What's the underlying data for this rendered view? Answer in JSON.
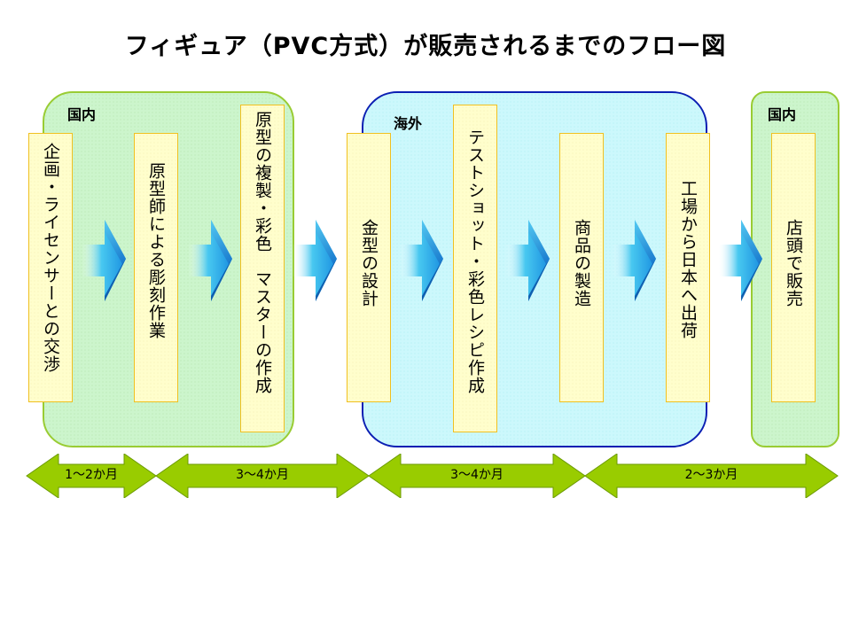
{
  "title": "フィギュア（PVC方式）が販売されるまでのフロー図",
  "regions": {
    "domestic_1": "国内",
    "overseas": "海外",
    "domestic_2": "国内"
  },
  "steps": [
    "企画・ライセンサーとの交渉",
    "原型師による彫刻作業",
    "原型の複製・彩色　マスターの作成",
    "金型の設計",
    "テストショット・彩色レシピ作成",
    "商品の製造",
    "工場から日本へ出荷",
    "店頭で販売"
  ],
  "durations": [
    "1～2か月",
    "3～4か月",
    "3～4か月",
    "2～3か月"
  ],
  "colors": {
    "domestic_fill": "#ccf5cc",
    "domestic_border": "#99cc33",
    "overseas_fill": "#ccf8fc",
    "overseas_border": "#0b1fb3",
    "step_fill": "#fffecc",
    "step_border": "#f0c020",
    "flow_arrow": "#1a9fe0",
    "duration_arrow": "#99cc00"
  }
}
